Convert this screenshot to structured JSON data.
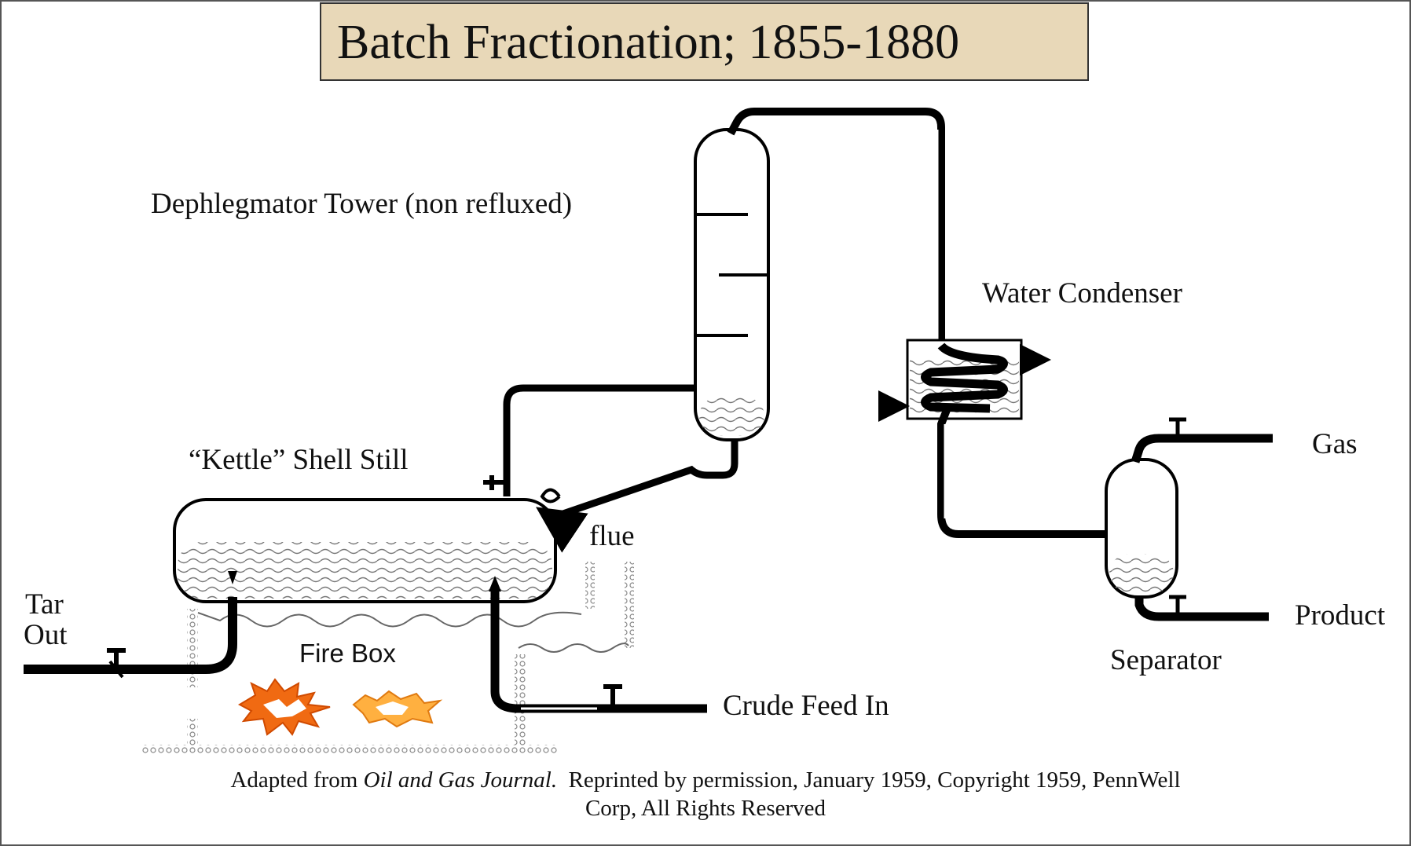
{
  "title": "Batch Fractionation; 1855-1880",
  "labels": {
    "dephlegmator": "Dephlegmator Tower (non refluxed)",
    "water_condenser": "Water Condenser",
    "kettle": "“Kettle” Shell Still",
    "flue": "flue",
    "gas": "Gas",
    "product": "Product",
    "separator": "Separator",
    "tar": "Tar",
    "out": "Out",
    "fire_box": "Fire Box",
    "crude_feed": "Crude Feed In"
  },
  "credit": {
    "prefix": "Adapted from ",
    "source": "Oil and Gas Journal.",
    "rest": "  Reprinted by permission, January 1959, Copyright 1959, PennWell",
    "line2": "Corp, All Rights Reserved"
  },
  "colors": {
    "title_bg": "#e8d8b8",
    "flame_outer": "#f06a12",
    "flame_inner": "#ffb040",
    "pipe": "#000000"
  }
}
